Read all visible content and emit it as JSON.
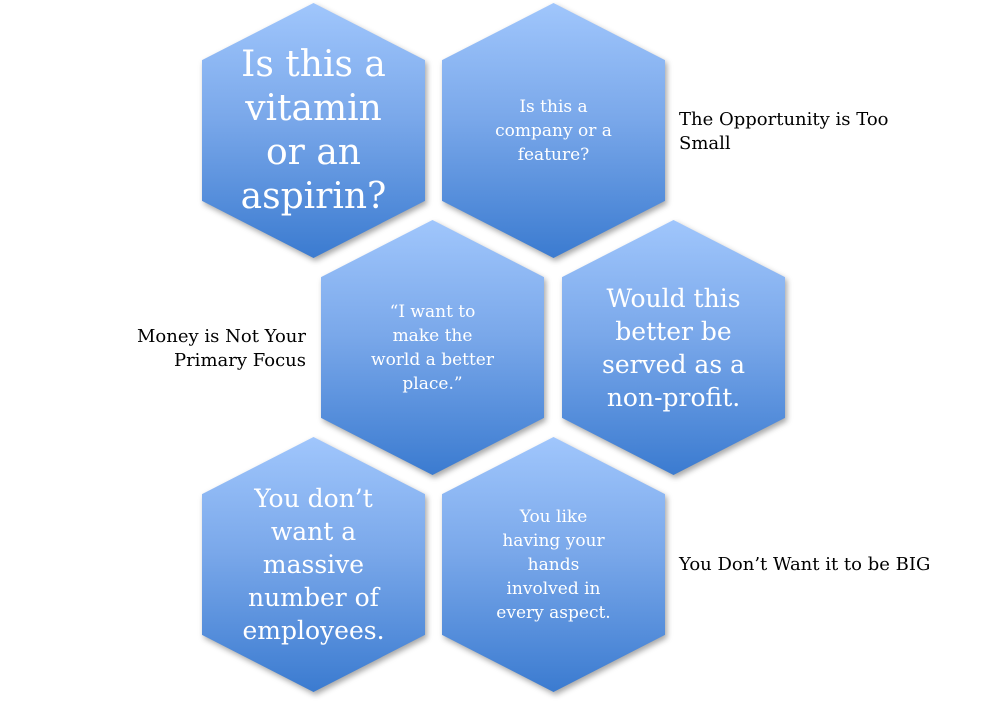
{
  "hexagons": [
    {
      "lines": [
        "Is this a",
        "vitamin",
        "or an",
        "aspirin?"
      ]
    },
    {
      "lines": [
        "Is this a",
        "company or a",
        "feature?"
      ]
    },
    {
      "lines": [
        "“I want to",
        "make the",
        "world a better",
        "place.”"
      ]
    },
    {
      "lines": [
        "Would this",
        "better be",
        "served as a",
        "non-profit."
      ]
    },
    {
      "lines": [
        "You don’t",
        "want a",
        "massive",
        "number of",
        "employees."
      ]
    },
    {
      "lines": [
        "You like",
        "having your",
        "hands",
        "involved in",
        "every aspect."
      ]
    }
  ],
  "labels": {
    "opportunity": [
      "The Opportunity is Too",
      "Small"
    ],
    "money": [
      "Money is Not Your",
      "Primary Focus"
    ],
    "big": [
      "You Don’t Want it to be BIG"
    ]
  },
  "colors": {
    "hex_top": "#a0c6fc",
    "hex_bottom": "#3b7bd0"
  }
}
